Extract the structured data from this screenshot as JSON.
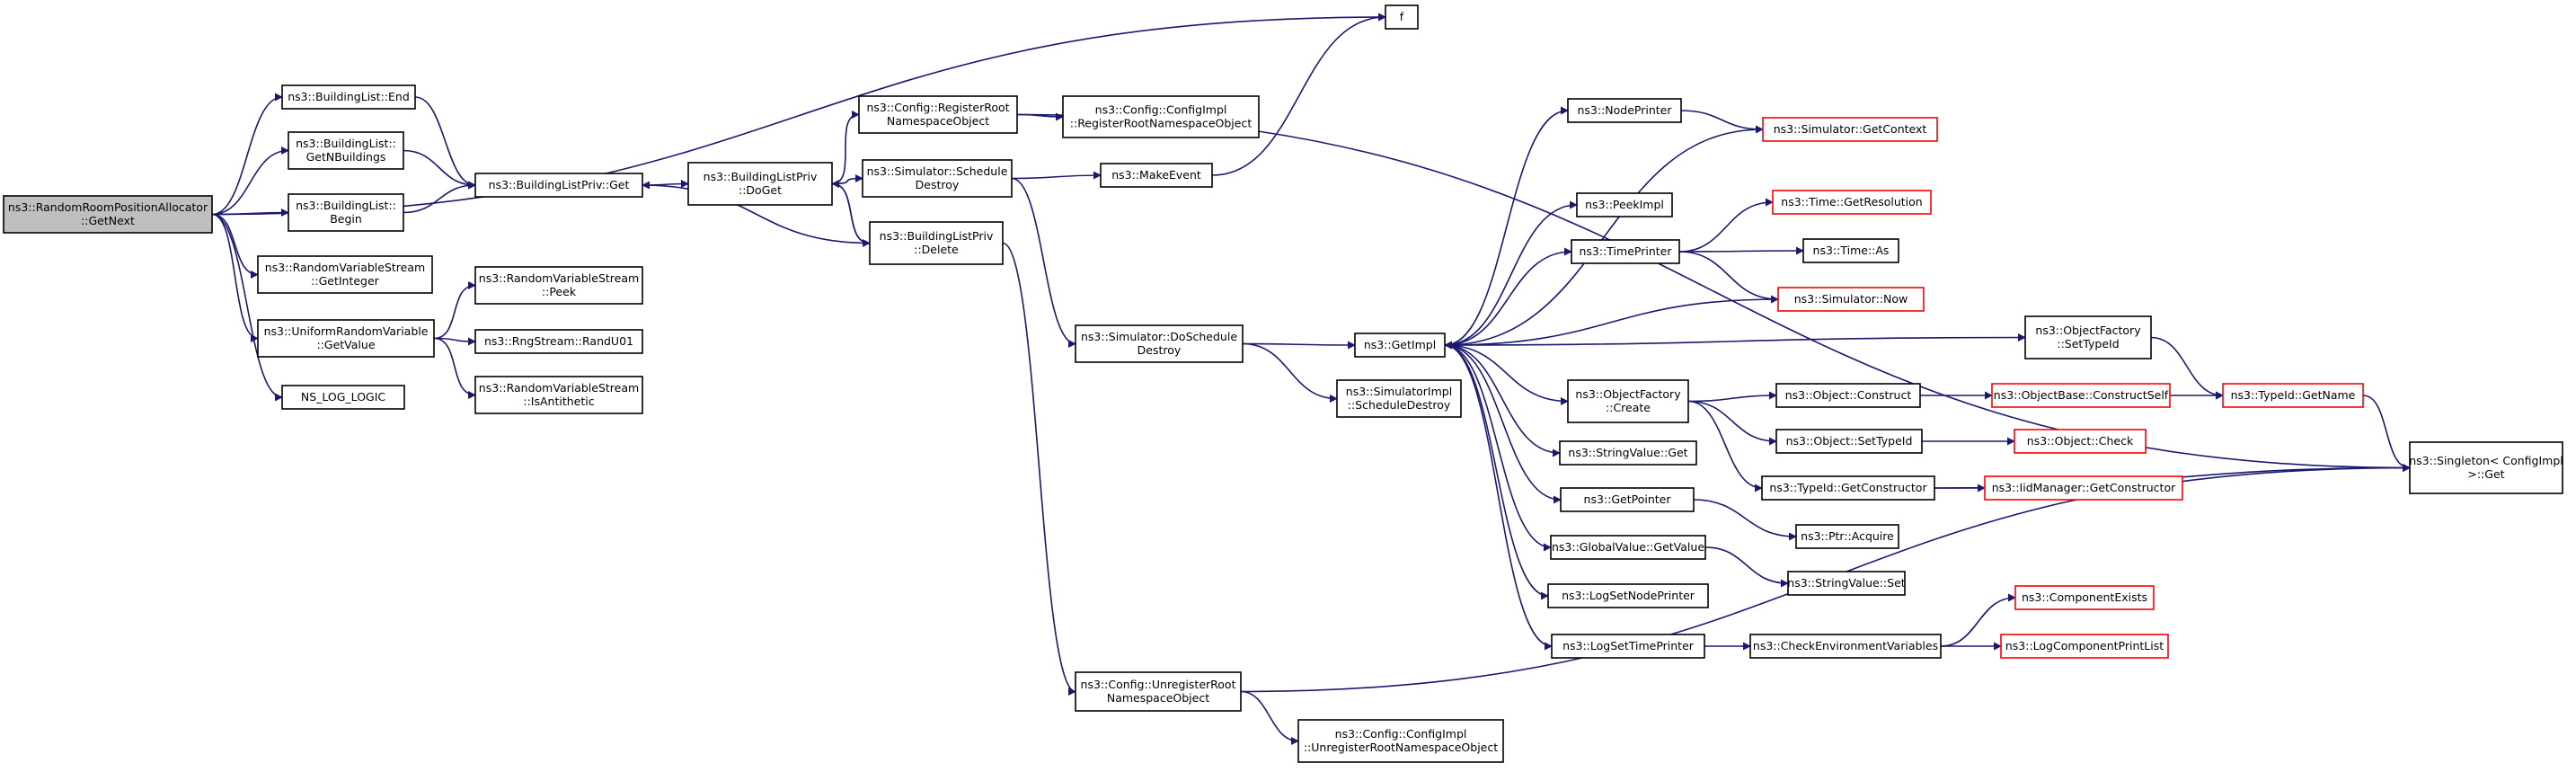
{
  "colors": {
    "edge": "#191970",
    "node_border": "#000000",
    "truncated_border": "#ff0000",
    "root_fill": "#bfbfbf",
    "node_fill": "#ffffff"
  },
  "nodes": [
    {
      "id": "root",
      "lines": [
        "ns3::RandomRoomPositionAllocator",
        "::GetNext"
      ],
      "kind": "root"
    },
    {
      "id": "f",
      "lines": [
        "f"
      ],
      "kind": "normal"
    },
    {
      "id": "bl_end",
      "lines": [
        "ns3::BuildingList::End"
      ],
      "kind": "normal"
    },
    {
      "id": "bl_getn",
      "lines": [
        "ns3::BuildingList::",
        "GetNBuildings"
      ],
      "kind": "normal"
    },
    {
      "id": "bl_begin",
      "lines": [
        "ns3::BuildingList::",
        "Begin"
      ],
      "kind": "normal"
    },
    {
      "id": "blp_get",
      "lines": [
        "ns3::BuildingListPriv::Get"
      ],
      "kind": "normal"
    },
    {
      "id": "rvs_getint",
      "lines": [
        "ns3::RandomVariableStream",
        "::GetInteger"
      ],
      "kind": "normal"
    },
    {
      "id": "urv_getval",
      "lines": [
        "ns3::UniformRandomVariable",
        "::GetValue"
      ],
      "kind": "normal"
    },
    {
      "id": "rvs_peek",
      "lines": [
        "ns3::RandomVariableStream",
        "::Peek"
      ],
      "kind": "normal"
    },
    {
      "id": "rng_randu",
      "lines": [
        "ns3::RngStream::RandU01"
      ],
      "kind": "normal"
    },
    {
      "id": "rvs_anti",
      "lines": [
        "ns3::RandomVariableStream",
        "::IsAntithetic"
      ],
      "kind": "normal"
    },
    {
      "id": "ns_log",
      "lines": [
        "NS_LOG_LOGIC"
      ],
      "kind": "normal"
    },
    {
      "id": "blp_doget",
      "lines": [
        "ns3::BuildingListPriv",
        "::DoGet"
      ],
      "kind": "normal"
    },
    {
      "id": "cfg_regroot",
      "lines": [
        "ns3::Config::RegisterRoot",
        "NamespaceObject"
      ],
      "kind": "normal"
    },
    {
      "id": "cfgimpl_reg",
      "lines": [
        "ns3::Config::ConfigImpl",
        "::RegisterRootNamespaceObject"
      ],
      "kind": "normal"
    },
    {
      "id": "sim_schdest",
      "lines": [
        "ns3::Simulator::Schedule",
        "Destroy"
      ],
      "kind": "normal"
    },
    {
      "id": "blp_delete",
      "lines": [
        "ns3::BuildingListPriv",
        "::Delete"
      ],
      "kind": "normal"
    },
    {
      "id": "makeevent",
      "lines": [
        "ns3::MakeEvent"
      ],
      "kind": "normal"
    },
    {
      "id": "sim_dosch",
      "lines": [
        "ns3::Simulator::DoSchedule",
        "Destroy"
      ],
      "kind": "normal"
    },
    {
      "id": "cfg_unreg",
      "lines": [
        "ns3::Config::UnregisterRoot",
        "NamespaceObject"
      ],
      "kind": "normal"
    },
    {
      "id": "cfgimpl_unreg",
      "lines": [
        "ns3::Config::ConfigImpl",
        "::UnregisterRootNamespaceObject"
      ],
      "kind": "normal"
    },
    {
      "id": "getimpl",
      "lines": [
        "ns3::GetImpl"
      ],
      "kind": "normal"
    },
    {
      "id": "simimpl_sch",
      "lines": [
        "ns3::SimulatorImpl",
        "::ScheduleDestroy"
      ],
      "kind": "normal"
    },
    {
      "id": "nodeprinter",
      "lines": [
        "ns3::NodePrinter"
      ],
      "kind": "normal"
    },
    {
      "id": "sim_getctx",
      "lines": [
        "ns3::Simulator::GetContext"
      ],
      "kind": "truncated"
    },
    {
      "id": "peekimpl",
      "lines": [
        "ns3::PeekImpl"
      ],
      "kind": "normal"
    },
    {
      "id": "timeprinter",
      "lines": [
        "ns3::TimePrinter"
      ],
      "kind": "normal"
    },
    {
      "id": "time_getres",
      "lines": [
        "ns3::Time::GetResolution"
      ],
      "kind": "truncated"
    },
    {
      "id": "time_as",
      "lines": [
        "ns3::Time::As"
      ],
      "kind": "normal"
    },
    {
      "id": "sim_now",
      "lines": [
        "ns3::Simulator::Now"
      ],
      "kind": "truncated"
    },
    {
      "id": "of_settypeid",
      "lines": [
        "ns3::ObjectFactory",
        "::SetTypeId"
      ],
      "kind": "normal"
    },
    {
      "id": "of_create",
      "lines": [
        "ns3::ObjectFactory",
        "::Create"
      ],
      "kind": "normal"
    },
    {
      "id": "obj_construct",
      "lines": [
        "ns3::Object::Construct"
      ],
      "kind": "normal"
    },
    {
      "id": "objbase_cs",
      "lines": [
        "ns3::ObjectBase::ConstructSelf"
      ],
      "kind": "truncated"
    },
    {
      "id": "typeid_getname",
      "lines": [
        "ns3::TypeId::GetName"
      ],
      "kind": "truncated"
    },
    {
      "id": "obj_settypeid",
      "lines": [
        "ns3::Object::SetTypeId"
      ],
      "kind": "normal"
    },
    {
      "id": "obj_check",
      "lines": [
        "ns3::Object::Check"
      ],
      "kind": "truncated"
    },
    {
      "id": "typeid_getctor",
      "lines": [
        "ns3::TypeId::GetConstructor"
      ],
      "kind": "normal"
    },
    {
      "id": "iidmgr_getctor",
      "lines": [
        "ns3::IidManager::GetConstructor"
      ],
      "kind": "truncated"
    },
    {
      "id": "singleton_get",
      "lines": [
        "ns3::Singleton< ConfigImpl",
        " >::Get"
      ],
      "kind": "normal"
    },
    {
      "id": "strval_get",
      "lines": [
        "ns3::StringValue::Get"
      ],
      "kind": "normal"
    },
    {
      "id": "getpointer",
      "lines": [
        "ns3::GetPointer"
      ],
      "kind": "normal"
    },
    {
      "id": "ptr_acquire",
      "lines": [
        "ns3::Ptr::Acquire"
      ],
      "kind": "normal"
    },
    {
      "id": "gv_getval",
      "lines": [
        "ns3::GlobalValue::GetValue"
      ],
      "kind": "normal"
    },
    {
      "id": "strval_set",
      "lines": [
        "ns3::StringValue::Set"
      ],
      "kind": "normal"
    },
    {
      "id": "logsetnode",
      "lines": [
        "ns3::LogSetNodePrinter"
      ],
      "kind": "normal"
    },
    {
      "id": "logsettime",
      "lines": [
        "ns3::LogSetTimePrinter"
      ],
      "kind": "normal"
    },
    {
      "id": "checkenv",
      "lines": [
        "ns3::CheckEnvironmentVariables"
      ],
      "kind": "normal"
    },
    {
      "id": "compexists",
      "lines": [
        "ns3::ComponentExists"
      ],
      "kind": "truncated"
    },
    {
      "id": "logcomplist",
      "lines": [
        "ns3::LogComponentPrintList"
      ],
      "kind": "truncated"
    }
  ],
  "edges": [
    [
      "root",
      "f"
    ],
    [
      "root",
      "bl_end"
    ],
    [
      "root",
      "bl_getn"
    ],
    [
      "root",
      "bl_begin"
    ],
    [
      "root",
      "rvs_getint"
    ],
    [
      "root",
      "urv_getval"
    ],
    [
      "root",
      "ns_log"
    ],
    [
      "bl_end",
      "blp_get"
    ],
    [
      "bl_getn",
      "blp_get"
    ],
    [
      "bl_begin",
      "blp_get"
    ],
    [
      "blp_get",
      "blp_doget"
    ],
    [
      "urv_getval",
      "rvs_peek"
    ],
    [
      "urv_getval",
      "rng_randu"
    ],
    [
      "urv_getval",
      "rvs_anti"
    ],
    [
      "blp_doget",
      "cfg_regroot"
    ],
    [
      "blp_doget",
      "sim_schdest"
    ],
    [
      "blp_doget",
      "blp_delete"
    ],
    [
      "cfg_regroot",
      "cfgimpl_reg"
    ],
    [
      "cfg_regroot",
      "singleton_get"
    ],
    [
      "sim_schdest",
      "makeevent"
    ],
    [
      "sim_schdest",
      "sim_dosch"
    ],
    [
      "makeevent",
      "f"
    ],
    [
      "blp_delete",
      "blp_get"
    ],
    [
      "blp_delete",
      "blp_doget"
    ],
    [
      "blp_delete",
      "cfg_unreg"
    ],
    [
      "cfg_unreg",
      "cfgimpl_unreg"
    ],
    [
      "cfg_unreg",
      "singleton_get"
    ],
    [
      "sim_dosch",
      "getimpl"
    ],
    [
      "sim_dosch",
      "simimpl_sch"
    ],
    [
      "getimpl",
      "nodeprinter"
    ],
    [
      "getimpl",
      "peekimpl"
    ],
    [
      "getimpl",
      "timeprinter"
    ],
    [
      "getimpl",
      "of_settypeid"
    ],
    [
      "getimpl",
      "of_create"
    ],
    [
      "getimpl",
      "strval_get"
    ],
    [
      "getimpl",
      "getpointer"
    ],
    [
      "getimpl",
      "gv_getval"
    ],
    [
      "getimpl",
      "logsetnode"
    ],
    [
      "getimpl",
      "logsettime"
    ],
    [
      "nodeprinter",
      "sim_getctx"
    ],
    [
      "sim_getctx",
      "getimpl"
    ],
    [
      "timeprinter",
      "time_getres"
    ],
    [
      "timeprinter",
      "time_as"
    ],
    [
      "timeprinter",
      "sim_now"
    ],
    [
      "sim_now",
      "getimpl"
    ],
    [
      "of_settypeid",
      "typeid_getname"
    ],
    [
      "of_create",
      "obj_construct"
    ],
    [
      "of_create",
      "obj_settypeid"
    ],
    [
      "of_create",
      "typeid_getctor"
    ],
    [
      "obj_construct",
      "objbase_cs"
    ],
    [
      "objbase_cs",
      "typeid_getname"
    ],
    [
      "typeid_getname",
      "singleton_get"
    ],
    [
      "obj_settypeid",
      "obj_check"
    ],
    [
      "typeid_getctor",
      "iidmgr_getctor"
    ],
    [
      "typeid_getctor",
      "singleton_get"
    ],
    [
      "getpointer",
      "ptr_acquire"
    ],
    [
      "gv_getval",
      "strval_set"
    ],
    [
      "logsettime",
      "checkenv"
    ],
    [
      "checkenv",
      "compexists"
    ],
    [
      "checkenv",
      "logcomplist"
    ]
  ]
}
